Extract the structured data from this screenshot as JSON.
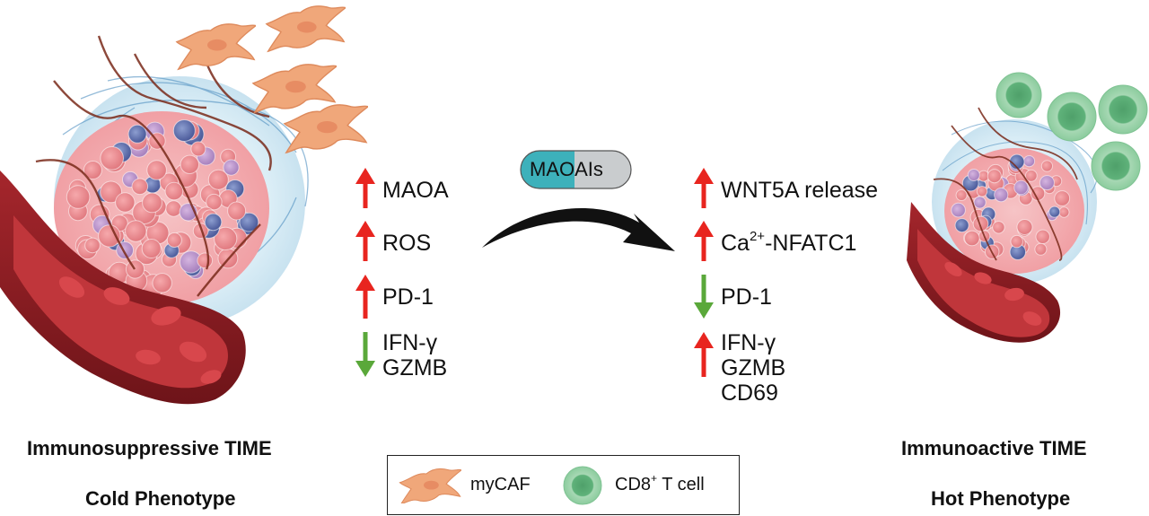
{
  "left_panel": {
    "title": "Immunosuppressive TIME",
    "subtitle": "Cold Phenotype",
    "markers": [
      {
        "label": "MAOA",
        "direction": "up"
      },
      {
        "label": "ROS",
        "direction": "up"
      },
      {
        "label": "PD-1",
        "direction": "up"
      },
      {
        "label": "IFN-γ",
        "label2": "GZMB",
        "direction": "down"
      }
    ]
  },
  "treatment": {
    "label": "MAOAIs"
  },
  "right_panel": {
    "title": "Immunoactive TIME",
    "subtitle": "Hot Phenotype",
    "markers": [
      {
        "label": "WNT5A release",
        "direction": "up"
      },
      {
        "label_main": "Ca",
        "label_sup": "2+",
        "label_rest": "-NFATC1",
        "direction": "up"
      },
      {
        "label": "PD-1",
        "direction": "down"
      },
      {
        "label": "IFN-γ",
        "label2": "GZMB",
        "label3": "CD69",
        "direction": "up"
      }
    ]
  },
  "legend": {
    "items": [
      {
        "icon": "fibroblast-icon",
        "label": "myCAF"
      },
      {
        "icon": "t-cell-icon",
        "label_main": "CD8",
        "label_sup": "+",
        "label_rest": " T cell"
      }
    ]
  },
  "colors": {
    "up_arrow": "#e8251f",
    "down_arrow": "#5aa83a",
    "pill_teal": "#3db1bb",
    "pill_grey": "#c9ccce",
    "fibroblast": "#f0a77a",
    "t_cell": "#6fbf8c",
    "tumor_cell": "#ec8a8e",
    "vessel": "#8c1d22",
    "stroma_halo": "#cfe7f2"
  }
}
